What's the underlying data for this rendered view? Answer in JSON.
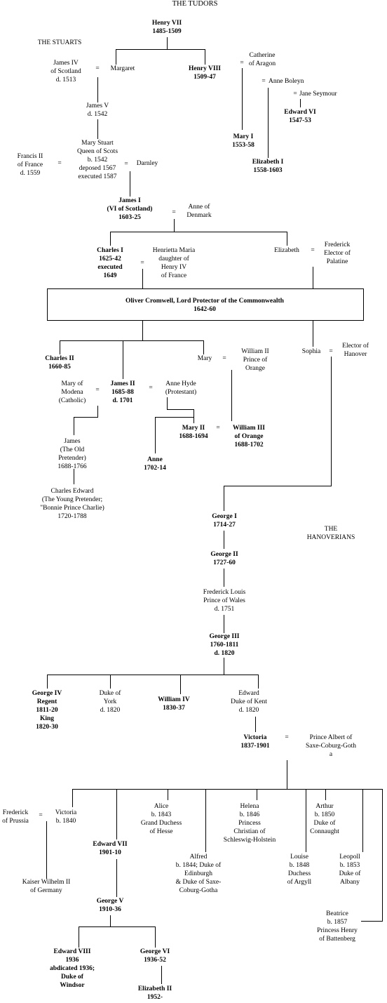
{
  "labels": {
    "title": "THE TUDORS",
    "stuarts": "THE STUARTS",
    "hanoverians": "THE\nHANOVERIANS",
    "henry7": "Henry VII\n1485-1509",
    "james4": "James IV\nof Scotland\nd. 1513",
    "margaret": "Margaret",
    "henry8": "Henry VIII\n1509-47",
    "catherine": "Catherine\nof Aragon",
    "anne_boleyn": "Anne Boleyn",
    "jane_seymour": "Jane Seymour",
    "edward6": "Edward VI\n1547-53",
    "james5": "James V\nd. 1542",
    "mary1": "Mary I\n1553-58",
    "elizabeth1": "Elizabeth I\n1558-1603",
    "francis2": "Francis II\nof France\nd. 1559",
    "mary_stuart": "Mary Stuart\nQueen of Scots\nb. 1542\ndeposed 1567\nexecuted 1587",
    "darnley": "Darnley",
    "james1": "James I\n(VI of Scotland)\n1603-25",
    "anne_denmark": "Anne of\nDenmark",
    "charles1": "Charles I\n1625-42\nexecuted\n1649",
    "henrietta": "Henrietta Maria\ndaughter of\nHenry IV\nof France",
    "elizabeth_stuart": "Elizabeth",
    "frederick_palatine": "Frederick\nElector of\nPalatine",
    "cromwell": "Oliver Cromwell, Lord Protector of the Commonwealth\n1642-60",
    "charles2": "Charles II\n1660-85",
    "mary_stuart2": "Mary",
    "william2": "William II\nPrince of\nOrange",
    "sophia": "Sophia",
    "elector_hanover": "Elector of\nHanover",
    "mary_modena": "Mary of\nModena\n(Catholic)",
    "james2": "James II\n1685-88\nd. 1701",
    "anne_hyde": "Anne Hyde\n(Protestant)",
    "mary2": "Mary II\n1688-1694",
    "william3": "William III\nof Orange\n1688-1702",
    "james_pretender": "James\n(The Old\nPretender)\n1688-1766",
    "anne": "Anne\n1702-14",
    "charles_edward": "Charles Edward\n(The Young Pretender;\n\"Bonnie Prince Charlie)\n1720-1788",
    "george1": "George I\n1714-27",
    "george2": "George II\n1727-60",
    "frederick_louis": "Frederick Louis\nPrince of Wales\nd. 1751",
    "george3": "George III\n1760-1811\nd. 1820",
    "george4": "George IV\nRegent\n1811-20\nKing\n1820-30",
    "duke_york": "Duke of\nYork\nd. 1820",
    "william4": "William IV\n1830-37",
    "edward_kent": "Edward\nDuke of Kent\nd. 1820",
    "victoria": "Victoria\n1837-1901",
    "albert": "Prince Albert of\nSaxe-Coburg-Goth\na",
    "frederick_prussia": "Frederick\nof Prussia",
    "victoria_princess": "Victoria\nb. 1840",
    "alice": "Alice\nb. 1843\nGrand Duchess\nof Hesse",
    "helena": "Helena\nb. 1846\nPrincess\nChristian of\nSchleswig-Holstein",
    "arthur": "Arthur\nb. 1850\nDuke of\nConnaught",
    "edward7": "Edward VII\n1901-10",
    "alfred": "Alfred\nb. 1844; Duke of\nEdinburgh\n& Duke of Saxe-\nCoburg-Gotha",
    "louise": "Louise\nb. 1848\nDuchess\nof Argyll",
    "leopold": "Leopoll\nb. 1853\nDuke of\nAlbany",
    "kaiser": "Kaiser Wilhelm II\nof Germany",
    "george5": "George V\n1910-36",
    "beatrice": "Beatrice\nb. 1857\nPrincess Henry\nof Battenberg",
    "edward8": "Edward VIII\n1936\nabdicated 1936;\nDuke of\nWindsor",
    "george6": "George VI\n1936-52",
    "elizabeth2": "Elizabeth II\n1952-"
  },
  "marriage_sign": "="
}
